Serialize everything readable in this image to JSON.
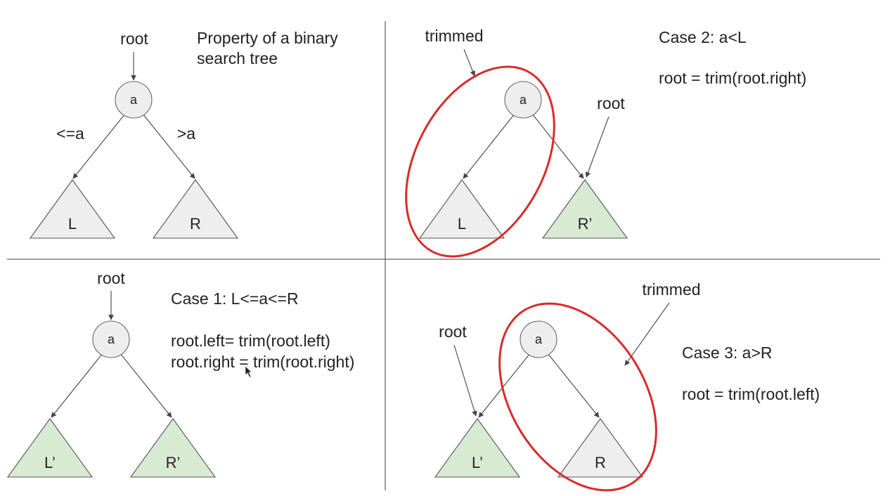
{
  "colors": {
    "node_fill": "#eeeeee",
    "subtree_gray": "#eeeeee",
    "subtree_green": "#d9ead3",
    "trim_ellipse": "#d92b2b"
  },
  "panels": {
    "property": {
      "title_line1": "Property of a binary",
      "title_line2": "search tree",
      "root_label": "root",
      "node": "a",
      "left_edge": "<=a",
      "right_edge": ">a",
      "left_subtree": "L",
      "right_subtree": "R"
    },
    "case2": {
      "title": "Case 2: a<L",
      "code": "root = trim(root.right)",
      "trimmed_label": "trimmed",
      "root_label": "root",
      "node": "a",
      "left_subtree": "L",
      "right_subtree": "R’"
    },
    "case1": {
      "title": "Case 1: L<=a<=R",
      "code_line1": "root.left= trim(root.left)",
      "code_line2": "root.right = trim(root.right)",
      "root_label": "root",
      "node": "a",
      "left_subtree": "L’",
      "right_subtree": "R’"
    },
    "case3": {
      "title": "Case 3: a>R",
      "code": "root = trim(root.left)",
      "trimmed_label": "trimmed",
      "root_label": "root",
      "node": "a",
      "left_subtree": "L’",
      "right_subtree": "R"
    }
  }
}
